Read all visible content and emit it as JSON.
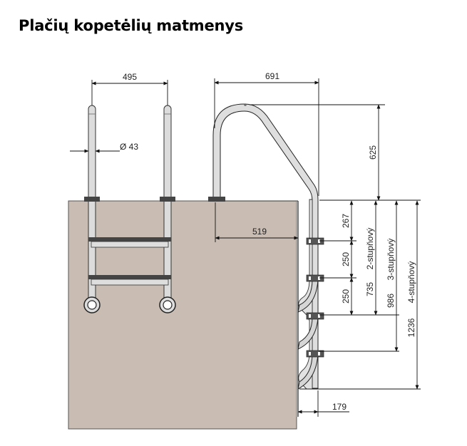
{
  "title": "Plačių kopetėlių matmenys",
  "dimensions": {
    "width_495": "495",
    "depth_691": "691",
    "diameter": "Ø 43",
    "rail_height_625": "625",
    "offset_519": "519",
    "step_267": "267",
    "step_250a": "250",
    "step_250b": "250",
    "bottom_179": "179",
    "h_735": "735",
    "h_735_label": "2-stupňový",
    "h_986": "986",
    "h_986_label": "3-stupňový",
    "h_1236": "1236",
    "h_1236_label": "4-stupňový"
  },
  "colors": {
    "pool_wall": "#c9bcb2",
    "rail": "#d9d9d9",
    "outline": "#222222"
  }
}
